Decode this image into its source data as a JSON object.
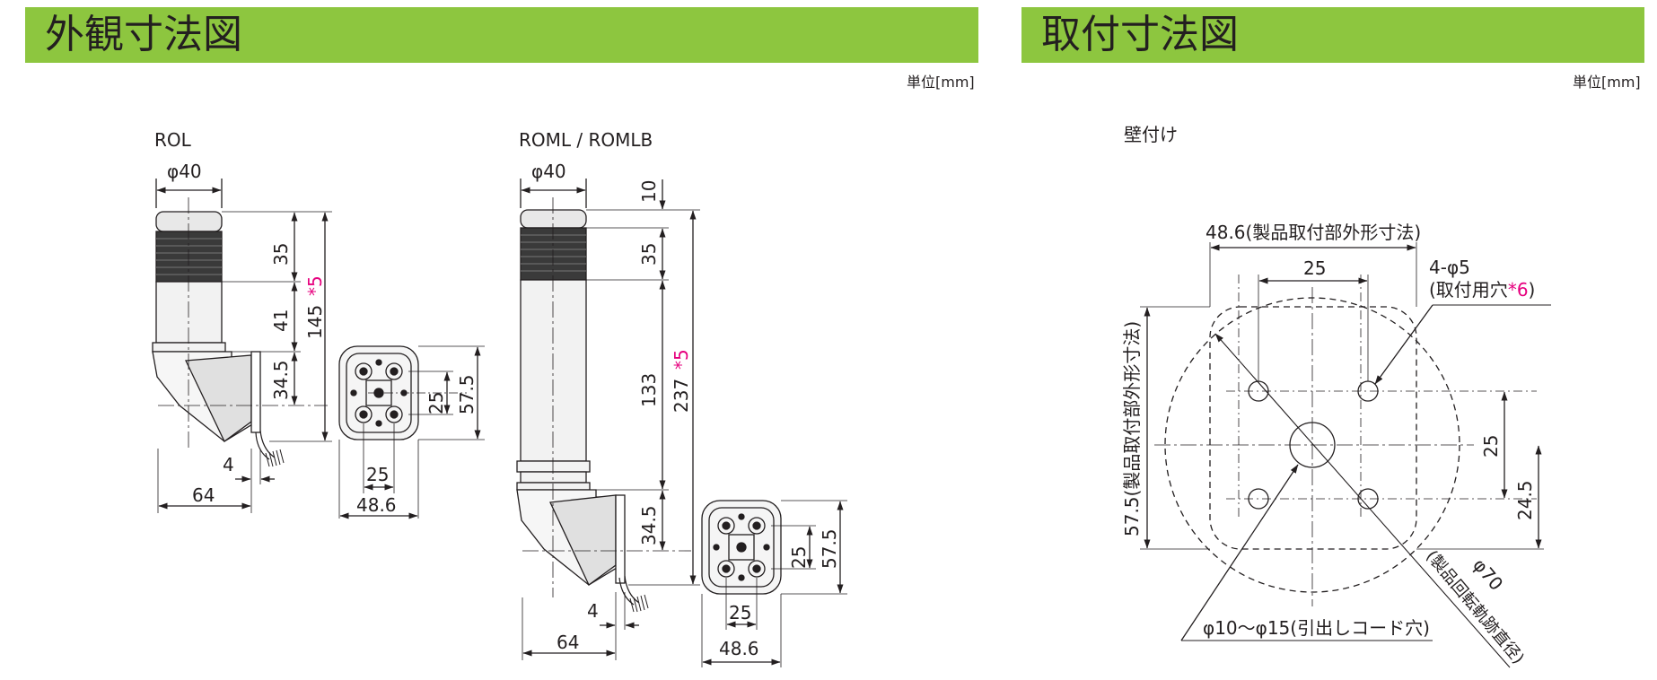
{
  "left_section": {
    "title": "外観寸法図",
    "unit": "単位[mm]"
  },
  "right_section": {
    "title": "取付寸法図",
    "unit": "単位[mm]"
  },
  "rol": {
    "name": "ROL",
    "dia": "φ40",
    "h_top": "35",
    "h_mid": "41",
    "h_bottom": "34.5",
    "h_total": "145",
    "note": "*5",
    "w_small": "4",
    "w_total": "64"
  },
  "rol_base": {
    "inner": "25",
    "w": "48.6",
    "pitch": "25",
    "h": "57.5"
  },
  "roml": {
    "name": "ROML / ROMLB",
    "dia": "φ40",
    "cap": "10",
    "h_top": "35",
    "h_pole": "133",
    "h_bottom": "34.5",
    "h_total": "237",
    "note": "*5",
    "w_small": "4",
    "w_total": "64"
  },
  "roml_base": {
    "inner": "25",
    "w": "48.6",
    "pitch": "25",
    "h": "57.5"
  },
  "mount": {
    "caption": "壁付け",
    "top_dim": "48.6(製品取付部外形寸法)",
    "top_inner": "25",
    "holes": "4-φ5",
    "holes_note_pre": "(取付用穴",
    "holes_note_star": "*6",
    "holes_note_post": ")",
    "left_dim": "57.5(製品取付部外形寸法)",
    "right_inner": "25",
    "right_offset": "24.5",
    "rotation_dia": "φ70",
    "rotation_note": "(製品回転軌跡直径)",
    "cord_hole": "φ10〜φ15(引出しコード穴)"
  }
}
